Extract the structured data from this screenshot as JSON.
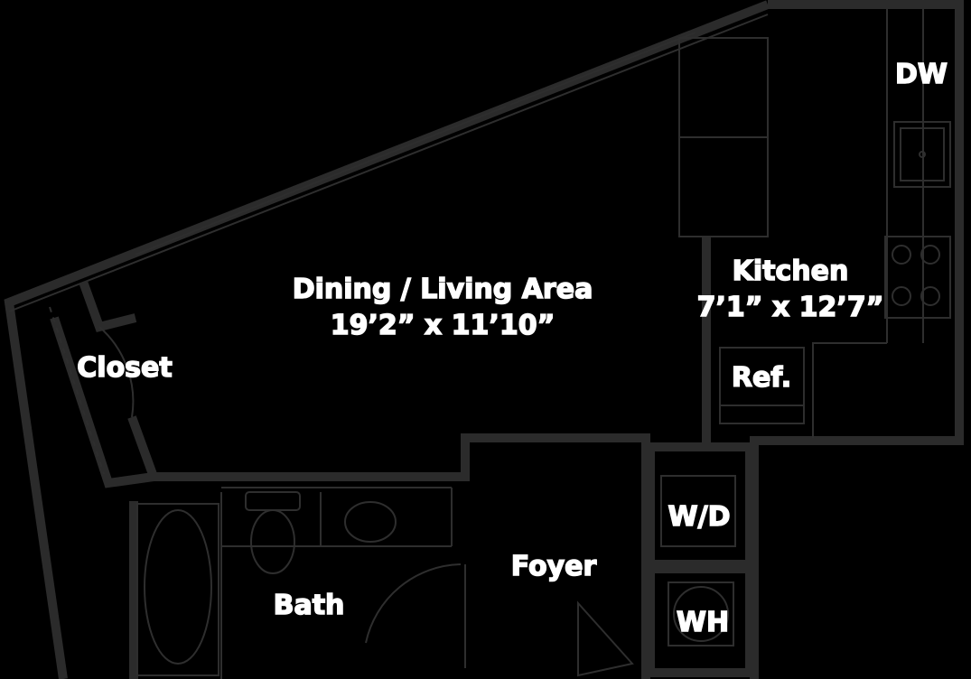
{
  "rooms": {
    "living": {
      "name": "Dining / Living Area",
      "dims": "19’2” x 11’10”"
    },
    "kitchen": {
      "name": "Kitchen",
      "dims": "7’1” x 12’7”"
    },
    "closet": {
      "name": "Closet"
    },
    "bath": {
      "name": "Bath"
    },
    "foyer": {
      "name": "Foyer"
    }
  },
  "appliances": {
    "dishwasher": "DW",
    "refrigerator": "Ref.",
    "washer_dryer": "W/D",
    "water_heater": "WH"
  },
  "colors": {
    "background": "#000000",
    "walls": "#2b2b2b",
    "labels": "#ffffff"
  }
}
